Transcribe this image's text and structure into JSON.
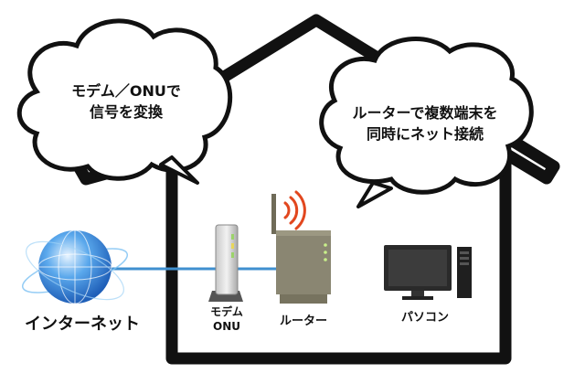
{
  "bubbles": {
    "left": {
      "line1": "モデム／ONUで",
      "line2": "信号を変換"
    },
    "right": {
      "line1": "ルーターで複数端末を",
      "line2": "同時にネット接続"
    }
  },
  "labels": {
    "internet": "インターネット",
    "modem_line1": "モデム",
    "modem_line2": "ONU",
    "router": "ルーター",
    "pc": "パソコン"
  },
  "colors": {
    "house_outline": "#111111",
    "cable": "#3f8fcf",
    "globe": "#2f7fd6",
    "router_body": "#8a8672",
    "wifi": "#e2471e"
  }
}
